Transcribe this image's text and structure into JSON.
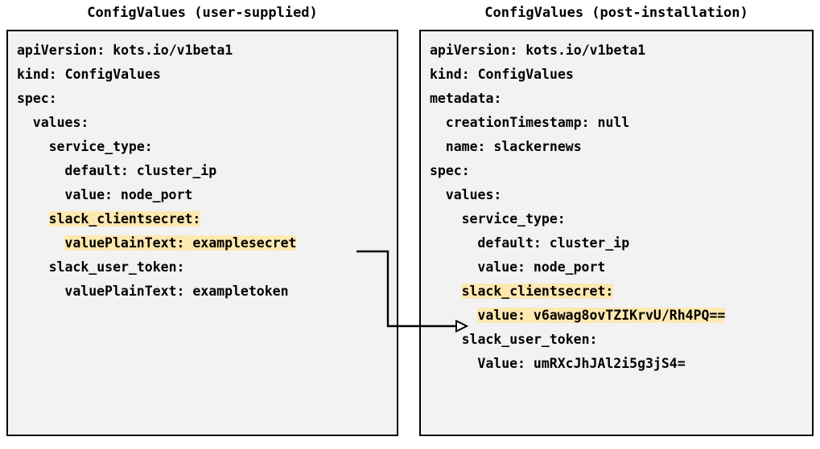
{
  "diagram": {
    "title_left": "ConfigValues (user-supplied)",
    "title_right": "ConfigValues (post-installation)",
    "highlight_color": "#fde8b0",
    "panel_fill": "#f2f2f2",
    "border_color": "#000000"
  },
  "left_panel": {
    "lines": [
      {
        "indent": 0,
        "text": "apiVersion: kots.io/v1beta1",
        "highlight": false
      },
      {
        "indent": 0,
        "text": "kind: ConfigValues",
        "highlight": false
      },
      {
        "indent": 0,
        "text": "spec:",
        "highlight": false
      },
      {
        "indent": 1,
        "text": "values:",
        "highlight": false
      },
      {
        "indent": 2,
        "text": "service_type:",
        "highlight": false
      },
      {
        "indent": 3,
        "text": "default: cluster_ip",
        "highlight": false
      },
      {
        "indent": 3,
        "text": "value: node_port",
        "highlight": false
      },
      {
        "indent": 2,
        "text": "slack_clientsecret:",
        "highlight": true
      },
      {
        "indent": 3,
        "text": "valuePlainText: examplesecret",
        "highlight": true
      },
      {
        "indent": 2,
        "text": "slack_user_token:",
        "highlight": false
      },
      {
        "indent": 3,
        "text": "valuePlainText: exampletoken",
        "highlight": false
      }
    ]
  },
  "right_panel": {
    "lines": [
      {
        "indent": 0,
        "text": "apiVersion: kots.io/v1beta1",
        "highlight": false
      },
      {
        "indent": 0,
        "text": "kind: ConfigValues",
        "highlight": false
      },
      {
        "indent": 0,
        "text": "metadata:",
        "highlight": false
      },
      {
        "indent": 1,
        "text": "creationTimestamp: null",
        "highlight": false
      },
      {
        "indent": 1,
        "text": "name: slackernews",
        "highlight": false
      },
      {
        "indent": 0,
        "text": "spec:",
        "highlight": false
      },
      {
        "indent": 1,
        "text": "values:",
        "highlight": false
      },
      {
        "indent": 2,
        "text": "service_type:",
        "highlight": false
      },
      {
        "indent": 3,
        "text": "default: cluster_ip",
        "highlight": false
      },
      {
        "indent": 3,
        "text": "value: node_port",
        "highlight": false
      },
      {
        "indent": 2,
        "text": "slack_clientsecret:",
        "highlight": true
      },
      {
        "indent": 3,
        "text": "value: v6awag8ovTZIKrvU/Rh4PQ==",
        "highlight": true
      },
      {
        "indent": 2,
        "text": "slack_user_token:",
        "highlight": false
      },
      {
        "indent": 3,
        "text": "Value: umRXcJhJAl2i5g3jS4=",
        "highlight": false
      }
    ]
  }
}
